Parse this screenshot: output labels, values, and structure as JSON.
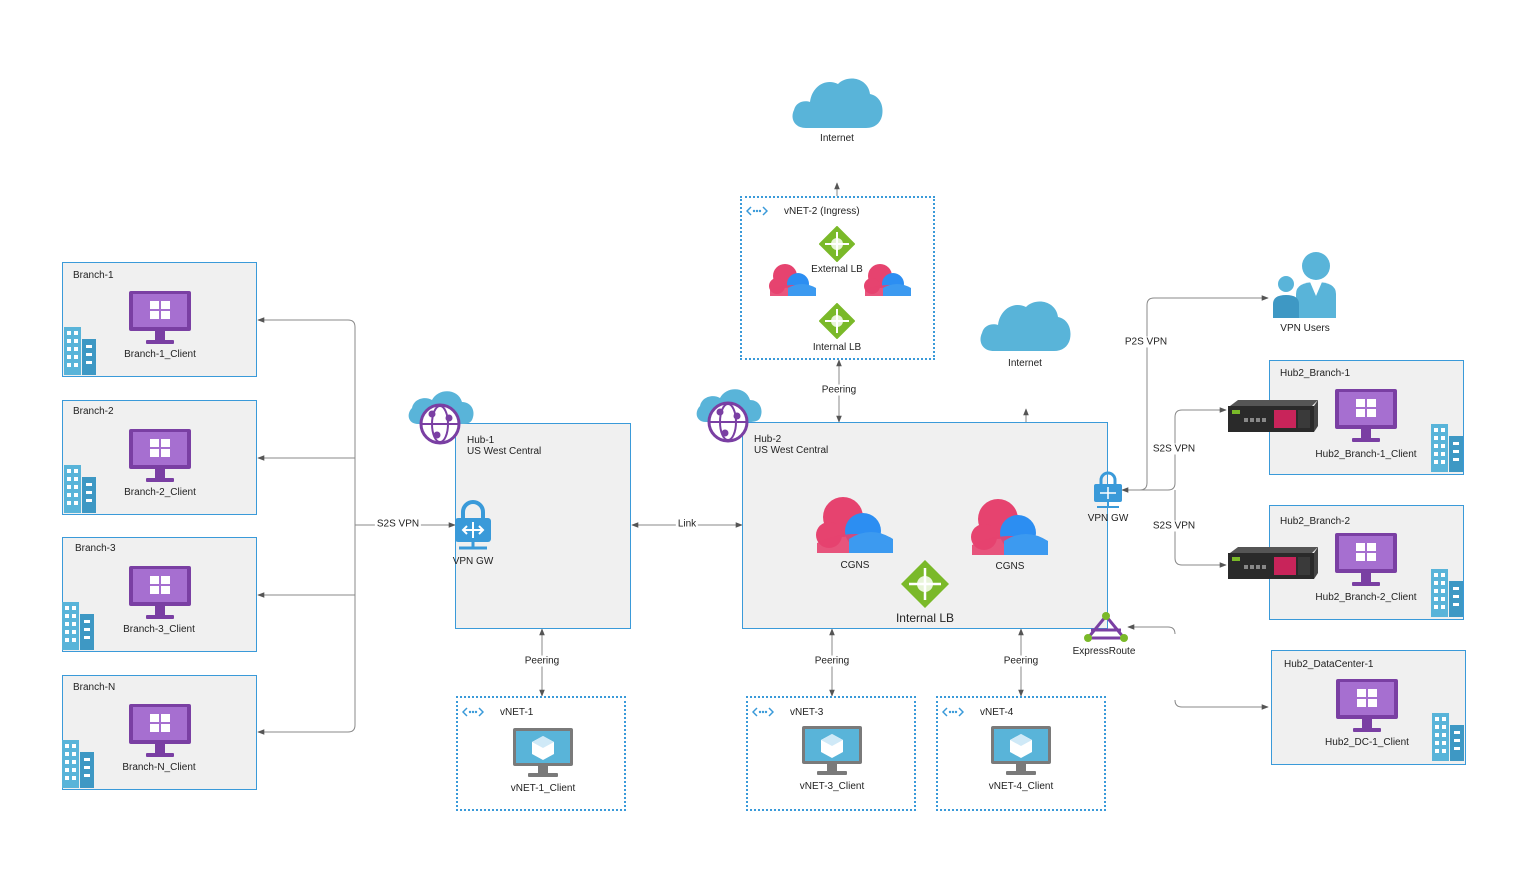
{
  "internet_top": "Internet",
  "internet_right": "Internet",
  "vnet2": {
    "title": "vNET-2 (Ingress)",
    "external_lb": "External LB",
    "internal_lb": "Internal LB"
  },
  "branches": [
    {
      "title": "Branch-1",
      "client": "Branch-1_Client"
    },
    {
      "title": "Branch-2",
      "client": "Branch-2_Client"
    },
    {
      "title": "Branch-3",
      "client": "Branch-3_Client"
    },
    {
      "title": "Branch-N",
      "client": "Branch-N_Client"
    }
  ],
  "hub1": {
    "title": "Hub-1",
    "region": "US West Central",
    "vpn_gw": "VPN GW"
  },
  "hub2": {
    "title": "Hub-2",
    "region": "US West Central",
    "cgns_left": "CGNS",
    "cgns_right": "CGNS",
    "internal_lb": "Internal LB",
    "vpn_gw": "VPN GW",
    "expressroute": "ExpressRoute"
  },
  "links": {
    "s2s_left": "S2S VPN",
    "link": "Link",
    "peering_top": "Peering",
    "peering_vnet1": "Peering",
    "peering_vnet3": "Peering",
    "peering_vnet4": "Peering",
    "p2s": "P2S VPN",
    "s2s_right_1": "S2S VPN",
    "s2s_right_2": "S2S VPN"
  },
  "vnets": [
    {
      "title": "vNET-1",
      "client": "vNET-1_Client"
    },
    {
      "title": "vNET-3",
      "client": "vNET-3_Client"
    },
    {
      "title": "vNET-4",
      "client": "vNET-4_Client"
    }
  ],
  "vpn_users": "VPN Users",
  "hub2_sites": [
    {
      "title": "Hub2_Branch-1",
      "client": "Hub2_Branch-1_Client"
    },
    {
      "title": "Hub2_Branch-2",
      "client": "Hub2_Branch-2_Client"
    },
    {
      "title": "Hub2_DataCenter-1",
      "client": "Hub2_DC-1_Client"
    }
  ]
}
